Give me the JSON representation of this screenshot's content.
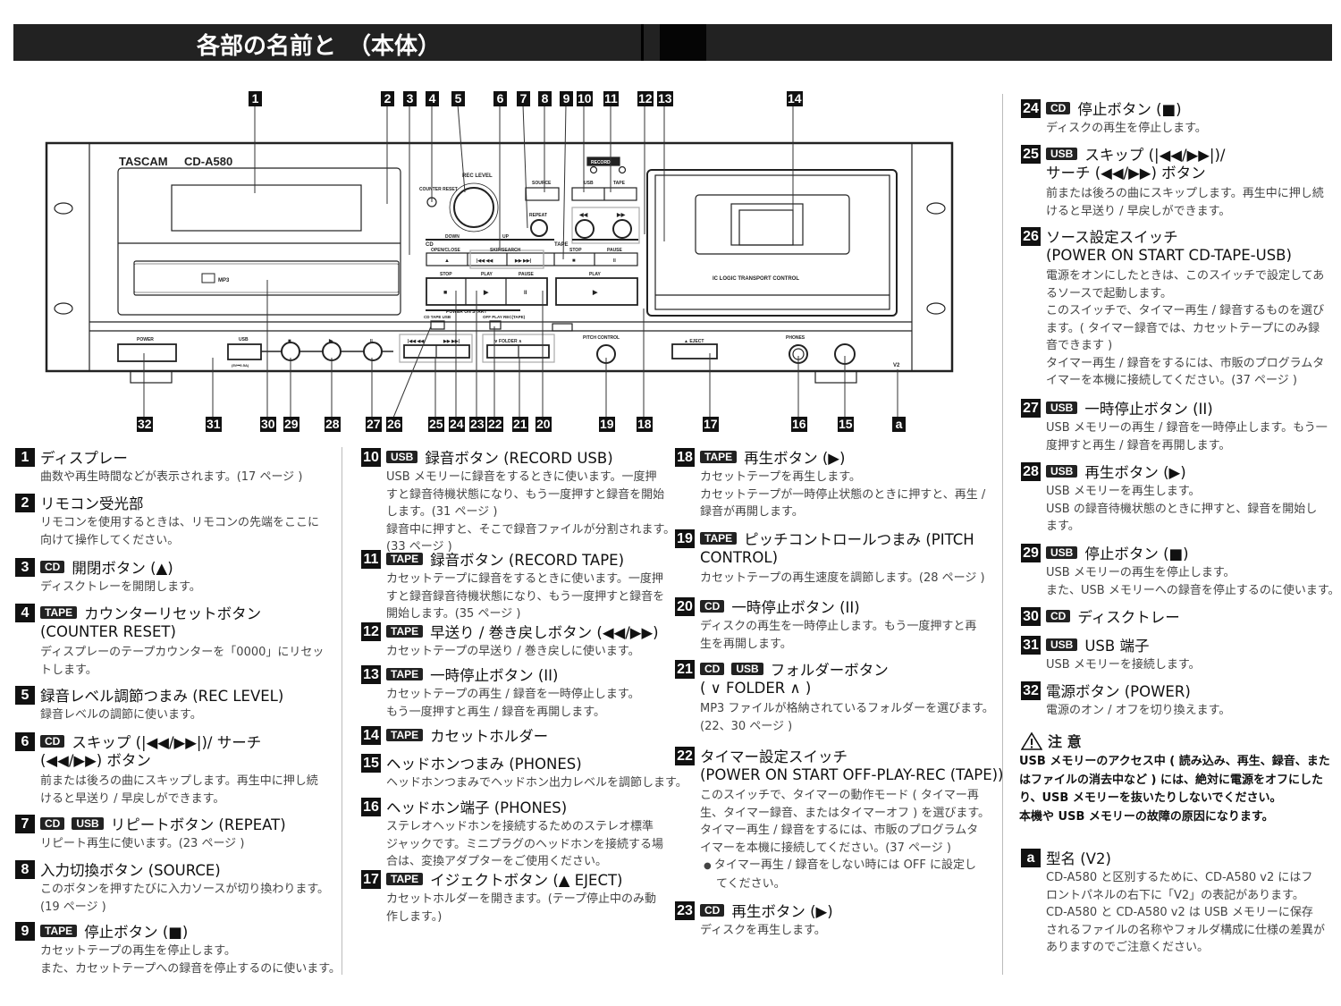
{
  "header": {
    "title": "各部の名前と　（本体）"
  },
  "device": {
    "brand": "TASCAM",
    "model": "CD-A580",
    "rec_level": "REC LEVEL",
    "counter_reset": "COUNTER RESET",
    "down": "DOWN",
    "up": "UP",
    "source": "SOURCE",
    "record": "RECORD",
    "usb": "USB",
    "tape": "TAPE",
    "repeat": "REPEAT",
    "rew": "◀◀",
    "ff": "▶▶",
    "cd": "CD",
    "open_close": "OPEN/CLOSE",
    "skip_search": "SKIP/SEARCH",
    "tape_group": "TAPE",
    "stop": "STOP",
    "play": "PLAY",
    "pause": "PAUSE",
    "eject_sym": "▲",
    "skip_back": "|◀◀ ◀◀",
    "skip_fwd": "▶▶ ▶▶|",
    "stop_sym": "■",
    "play_sym": "▶",
    "pause_sym": "II",
    "power_on_start": "POWER ON START",
    "source_switch": "CD TAPE USB",
    "timer_switch": "OFF PLAY REC(TAPE)",
    "power": "POWER",
    "usb_rating": "(5V⎓0.5A)",
    "folder": "∨ FOLDER ∧",
    "pitch_control": "PITCH CONTROL",
    "eject": "▲ EJECT",
    "phones": "PHONES",
    "v2": "V2",
    "transport": "IC LOGIC TRANSPORT CONTROL",
    "mp3": "MP3",
    "disc_logo": "disc"
  },
  "callouts_top": [
    "1",
    "2",
    "3",
    "4",
    "5",
    "6",
    "7",
    "8",
    "9",
    "10",
    "11",
    "12",
    "13",
    "14"
  ],
  "callouts_bottom": [
    "32",
    "31",
    "30",
    "29",
    "28",
    "27",
    "26",
    "25",
    "24",
    "23",
    "22",
    "21",
    "20",
    "19",
    "18",
    "17",
    "16",
    "15",
    "a"
  ],
  "columns": [
    [
      {
        "num": "1",
        "tags": [],
        "title": "ディスプレー",
        "body": [
          "曲数や再生時間などが表示されます。(17 ページ )"
        ]
      },
      {
        "num": "2",
        "tags": [],
        "title": "リモコン受光部",
        "body": [
          "リモコンを使用するときは、リモコンの先端をここに",
          "向けて操作してください。"
        ]
      },
      {
        "num": "3",
        "tags": [
          "CD"
        ],
        "title": "開閉ボタン (▲)",
        "body": [
          "ディスクトレーを開閉します。"
        ]
      },
      {
        "num": "4",
        "tags": [
          "TAPE"
        ],
        "title": "カウンターリセットボタン",
        "title2": "(COUNTER RESET)",
        "body": [
          "ディスプレーのテープカウンターを「0000」にリセッ",
          "トします。"
        ]
      },
      {
        "num": "5",
        "tags": [],
        "title": "録音レベル調節つまみ (REC LEVEL)",
        "body": [
          "録音レベルの調節に使います。"
        ]
      },
      {
        "num": "6",
        "tags": [
          "CD"
        ],
        "title": "スキップ (|◀◀/▶▶|)/ サーチ",
        "title2": "(◀◀/▶▶) ボタン",
        "body": [
          "前または後ろの曲にスキップします。再生中に押し続",
          "けると早送り / 早戻しができます。"
        ]
      },
      {
        "num": "7",
        "tags": [
          "CD",
          "USB"
        ],
        "title": "リピートボタン (REPEAT)",
        "body": [
          "リピート再生に使います。(23 ページ )"
        ]
      },
      {
        "num": "8",
        "tags": [],
        "title": "入力切換ボタン (SOURCE)",
        "body": [
          "このボタンを押すたびに入力ソースが切り換わります。",
          "(19 ページ )"
        ]
      },
      {
        "num": "9",
        "tags": [
          "TAPE"
        ],
        "title": "停止ボタン (■)",
        "body": [
          "カセットテープの再生を停止します。",
          "また、カセットテープへの録音を停止するのに使います。"
        ]
      }
    ],
    [
      {
        "num": "10",
        "tags": [
          "USB"
        ],
        "title": "録音ボタン (RECORD USB)",
        "body": [
          "USB メモリーに録音をするときに使います。一度押",
          "すと録音待機状態になり、もう一度押すと録音を開始",
          "します。(31 ページ )",
          "録音中に押すと、そこで録音ファイルが分割されます。",
          "(33 ページ )"
        ]
      },
      {
        "num": "11",
        "tags": [
          "TAPE"
        ],
        "title": "録音ボタン (RECORD TAPE)",
        "body": [
          "カセットテープに録音をするときに使います。一度押",
          "すと録音録音待機状態になり、もう一度押すと録音を",
          "開始します。(35 ページ )"
        ]
      },
      {
        "num": "12",
        "tags": [
          "TAPE"
        ],
        "title": "早送り / 巻き戻しボタン (◀◀/▶▶)",
        "body": [
          "カセットテープの早送り / 巻き戻しに使います。"
        ]
      },
      {
        "num": "13",
        "tags": [
          "TAPE"
        ],
        "title": "一時停止ボタン (II)",
        "body": [
          "カセットテープの再生 / 録音を一時停止します。",
          "もう一度押すと再生 / 録音を再開します。"
        ]
      },
      {
        "num": "14",
        "tags": [
          "TAPE"
        ],
        "title": "カセットホルダー",
        "body": []
      },
      {
        "num": "15",
        "tags": [],
        "title": "ヘッドホンつまみ (PHONES)",
        "body": [
          "ヘッドホンつまみでヘッドホン出力レベルを調節します。"
        ]
      },
      {
        "num": "16",
        "tags": [],
        "title": "ヘッドホン端子 (PHONES)",
        "body": [
          "ステレオヘッドホンを接続するためのステレオ標準",
          "ジャックです。ミニプラグのヘッドホンを接続する場",
          "合は、変換アダプターをご使用ください。"
        ]
      },
      {
        "num": "17",
        "tags": [
          "TAPE"
        ],
        "title": "イジェクトボタン (▲ EJECT)",
        "body": [
          "カセットホルダーを開きます。(テープ停止中のみ動",
          "作します。)"
        ]
      }
    ],
    [
      {
        "num": "18",
        "tags": [
          "TAPE"
        ],
        "title": "再生ボタン (▶)",
        "body": [
          "カセットテープを再生します。",
          "カセットテープが一時停止状態のときに押すと、再生 /",
          "録音が再開します。"
        ]
      },
      {
        "num": "19",
        "tags": [
          "TAPE"
        ],
        "title": "ピッチコントロールつまみ (PITCH",
        "title2": "CONTROL)",
        "body": [
          "カセットテープの再生速度を調節します。(28 ページ )"
        ]
      },
      {
        "num": "20",
        "tags": [
          "CD"
        ],
        "title": "一時停止ボタン (II)",
        "body": [
          "ディスクの再生を一時停止します。もう一度押すと再",
          "生を再開します。"
        ]
      },
      {
        "num": "21",
        "tags": [
          "CD",
          "USB"
        ],
        "title": "フォルダーボタン",
        "title2": "( ∨ FOLDER ∧ )",
        "body": [
          "MP3 ファイルが格納されているフォルダーを選びます。",
          "(22、30 ページ )"
        ]
      },
      {
        "num": "22",
        "tags": [],
        "title": "タイマー設定スイッチ",
        "title2": "(POWER ON START OFF-PLAY-REC (TAPE))",
        "body": [
          "このスイッチで、タイマーの動作モード ( タイマー再",
          "生、タイマー録音、またはタイマーオフ ) を選びます。",
          "タイマー再生 / 録音をするには、市販のプログラムタ",
          "イマーを本機に接続してください。(37 ページ )"
        ],
        "bullet": [
          "タイマー再生 / 録音をしない時には OFF に設定し",
          "てください。"
        ]
      },
      {
        "num": "23",
        "tags": [
          "CD"
        ],
        "title": "再生ボタン (▶)",
        "body": [
          "ディスクを再生します。"
        ]
      }
    ],
    [
      {
        "num": "24",
        "tags": [
          "CD"
        ],
        "title": "停止ボタン (■)",
        "body": [
          "ディスクの再生を停止します。"
        ]
      },
      {
        "num": "25",
        "tags": [
          "USB"
        ],
        "title": "スキップ (|◀◀/▶▶|)/",
        "title2": "サーチ (◀◀/▶▶) ボタン",
        "body": [
          "前または後ろの曲にスキップします。再生中に押し続",
          "けると早送り / 早戻しができます。"
        ]
      },
      {
        "num": "26",
        "tags": [],
        "title": "ソース設定スイッチ",
        "title2": "(POWER ON START CD-TAPE-USB)",
        "body": [
          "電源をオンにしたときは、このスイッチで設定してあ",
          "るソースで起動します。",
          "このスイッチで、タイマー再生 / 録音するものを選び",
          "ます。( タイマー録音では、カセットテープにのみ録",
          "音できます )",
          "タイマー再生 / 録音をするには、市販のプログラムタ",
          "イマーを本機に接続してください。(37 ページ )"
        ]
      },
      {
        "num": "27",
        "tags": [
          "USB"
        ],
        "title": "一時停止ボタン (II)",
        "body": [
          "USB メモリーの再生 / 録音を一時停止します。もう一",
          "度押すと再生 / 録音を再開します。"
        ]
      },
      {
        "num": "28",
        "tags": [
          "USB"
        ],
        "title": "再生ボタン (▶)",
        "body": [
          "USB メモリーを再生します。",
          "USB の録音待機状態のときに押すと、録音を開始し",
          "ます。"
        ]
      },
      {
        "num": "29",
        "tags": [
          "USB"
        ],
        "title": "停止ボタン (■)",
        "body": [
          "USB メモリーの再生を停止します。",
          "また、USB メモリーへの録音を停止するのに使います。"
        ]
      },
      {
        "num": "30",
        "tags": [
          "CD"
        ],
        "title": "ディスクトレー",
        "body": []
      },
      {
        "num": "31",
        "tags": [
          "USB"
        ],
        "title": "USB 端子",
        "body": [
          "USB メモリーを接続します。"
        ]
      },
      {
        "num": "32",
        "tags": [],
        "title": "電源ボタン (POWER)",
        "body": [
          "電源のオン / オフを切り換えます。"
        ]
      }
    ]
  ],
  "caution": {
    "icon": "warning-icon",
    "title": "注 意",
    "lines": [
      "USB メモリーのアクセス中 ( 読み込み、再生、録音、また",
      "はファイルの消去中など ) には、絶対に電源をオフにした",
      "り、USB メモリーを抜いたりしないでください。",
      "本機や USB メモリーの故障の原因になります。"
    ]
  },
  "model_note": {
    "num": "a",
    "title": "型名 (V2)",
    "body": [
      "CD-A580 と区別するために、CD-A580 v2 にはフ",
      "ロントパネルの右下に「V2」の表記があります。",
      "CD-A580 と CD-A580 v2 は USB メモリーに保存",
      "されるファイルの名称やフォルダ構成に仕様の差異が",
      "ありますのでご注意ください。"
    ]
  }
}
